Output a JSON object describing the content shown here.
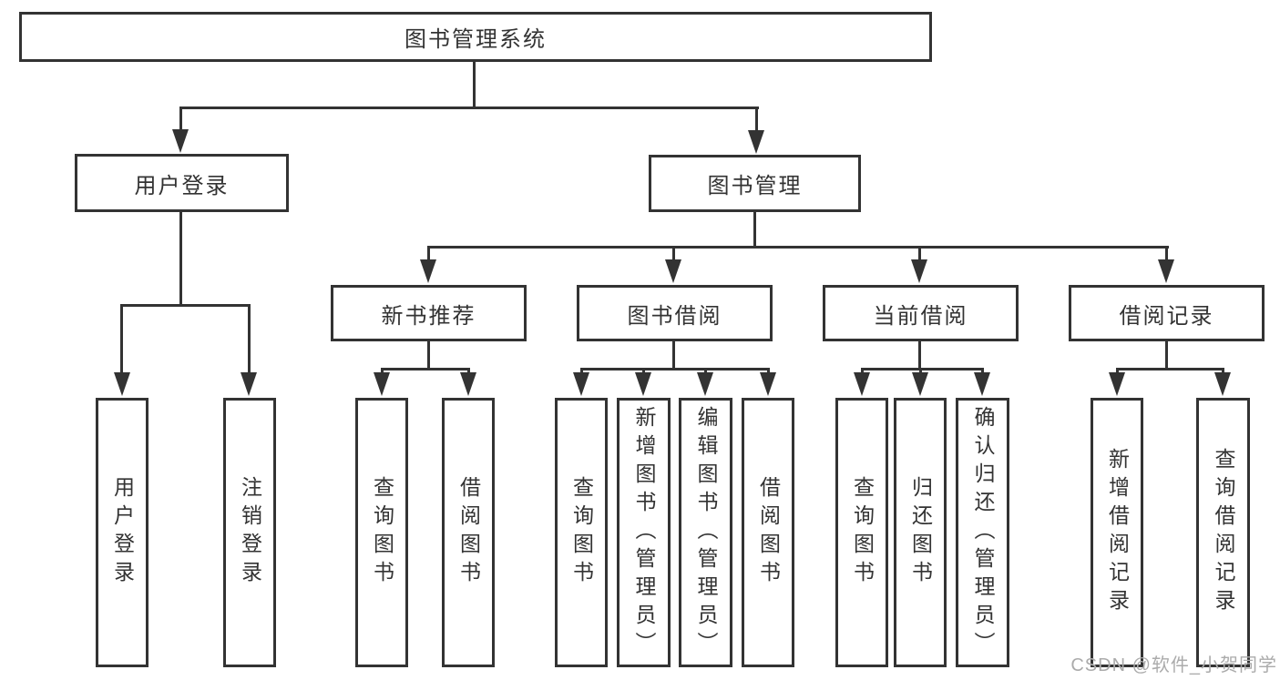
{
  "tree": {
    "root": {
      "label": "图书管理系统"
    },
    "branches": [
      {
        "label": "用户登录",
        "children": [
          {
            "label": "用户登录"
          },
          {
            "label": "注销登录"
          }
        ]
      },
      {
        "label": "图书管理",
        "sections": [
          {
            "label": "新书推荐",
            "children": [
              {
                "label": "查询图书"
              },
              {
                "label": "借阅图书"
              }
            ]
          },
          {
            "label": "图书借阅",
            "children": [
              {
                "label": "查询图书"
              },
              {
                "label": "新增图书（管理员）"
              },
              {
                "label": "编辑图书（管理员）"
              },
              {
                "label": "借阅图书"
              }
            ]
          },
          {
            "label": "当前借阅",
            "children": [
              {
                "label": "查询图书"
              },
              {
                "label": "归还图书"
              },
              {
                "label": "确认归还（管理员）"
              }
            ]
          },
          {
            "label": "借阅记录",
            "children": [
              {
                "label": "新增借阅记录"
              },
              {
                "label": "查询借阅记录"
              }
            ]
          }
        ]
      }
    ]
  },
  "watermark": "CSDN @软件_小贺同学",
  "colors": {
    "line": "#333333",
    "box_border": "#333333",
    "text": "#333333",
    "watermark": "#ababab",
    "background": "#ffffff"
  }
}
